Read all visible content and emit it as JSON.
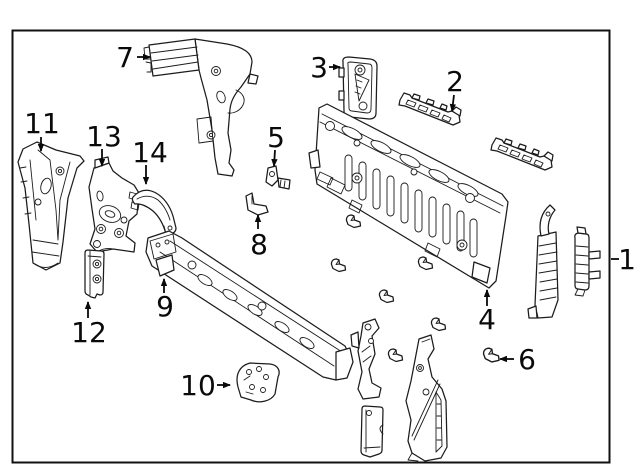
{
  "diagram": {
    "kind": "exploded-parts-line-drawing",
    "subject": "rear-body-panel-assembly",
    "background_color": "#ffffff",
    "line_color": "#1c1c1c",
    "frame_color": "#111111",
    "callout_count": 14,
    "callouts": [
      {
        "label": "1"
      },
      {
        "label": "2"
      },
      {
        "label": "3"
      },
      {
        "label": "4"
      },
      {
        "label": "5"
      },
      {
        "label": "6"
      },
      {
        "label": "7"
      },
      {
        "label": "8"
      },
      {
        "label": "9"
      },
      {
        "label": "10"
      },
      {
        "label": "11"
      },
      {
        "label": "12"
      },
      {
        "label": "13"
      },
      {
        "label": "14"
      }
    ]
  }
}
